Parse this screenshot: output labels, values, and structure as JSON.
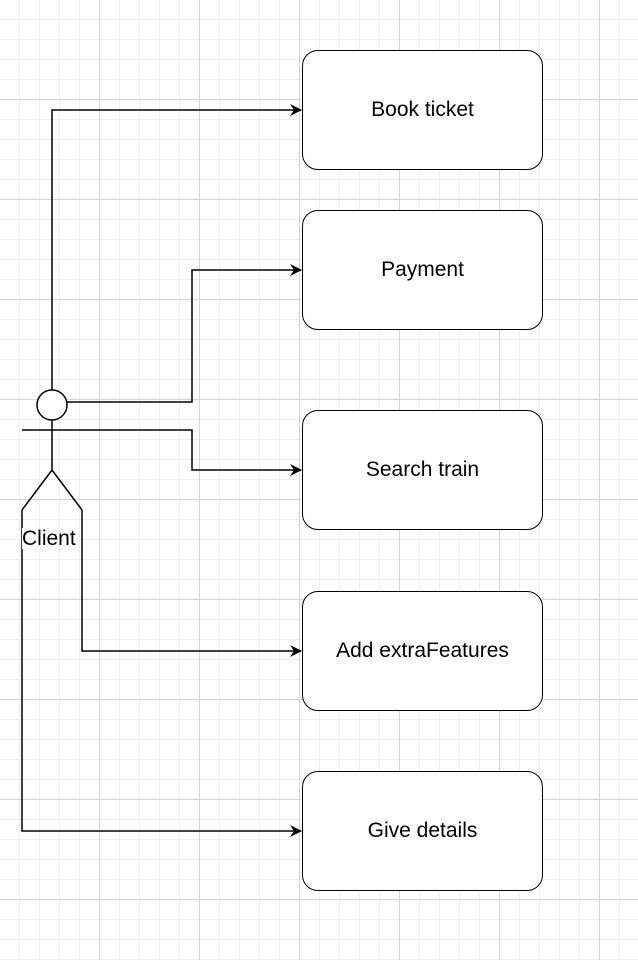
{
  "actor": {
    "label": "Client"
  },
  "use_cases": [
    {
      "id": "book-ticket",
      "label": "Book ticket"
    },
    {
      "id": "payment",
      "label": "Payment"
    },
    {
      "id": "search-train",
      "label": "Search train"
    },
    {
      "id": "add-extra-features",
      "label": "Add extraFeatures"
    },
    {
      "id": "give-details",
      "label": "Give details"
    }
  ],
  "relations": [
    {
      "from": "Client",
      "to": "Book ticket"
    },
    {
      "from": "Client",
      "to": "Payment"
    },
    {
      "from": "Client",
      "to": "Search train"
    },
    {
      "from": "Client",
      "to": "Add extraFeatures"
    },
    {
      "from": "Client",
      "to": "Give details"
    }
  ]
}
